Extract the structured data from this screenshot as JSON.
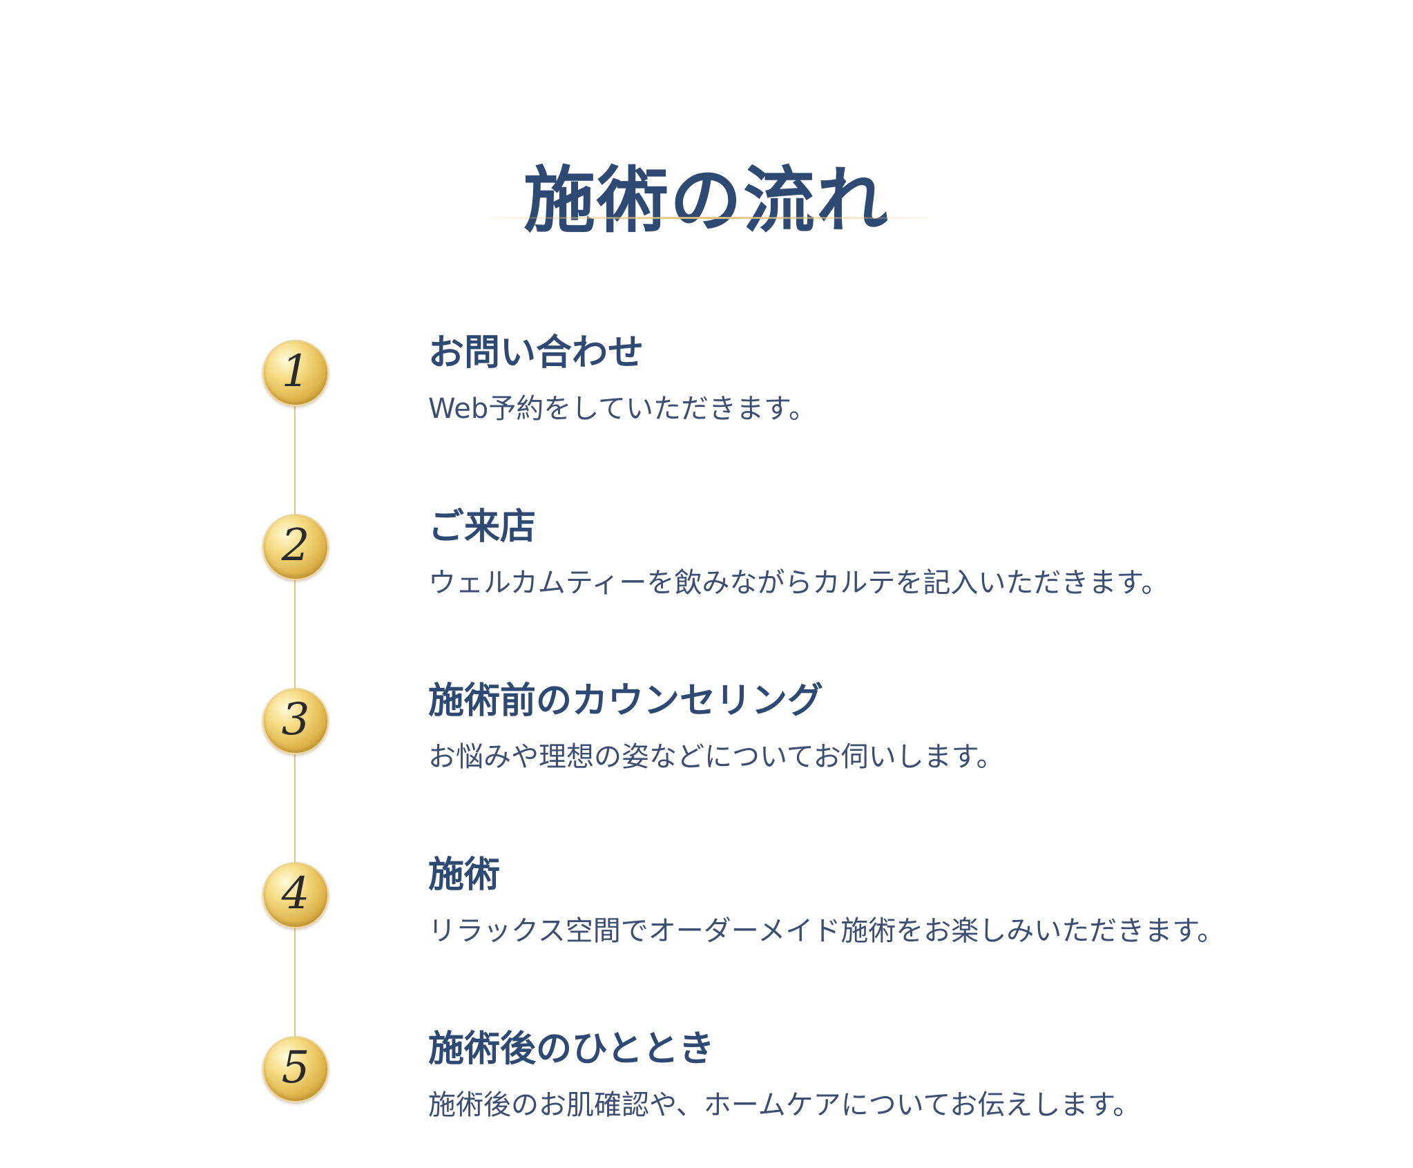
{
  "header": {
    "title": "施術の流れ"
  },
  "steps": [
    {
      "number": "1",
      "title": "お問い合わせ",
      "description": "Web予約をしていただきます。"
    },
    {
      "number": "2",
      "title": "ご来店",
      "description": "ウェルカムティーを飲みながらカルテを記入いただきます。"
    },
    {
      "number": "3",
      "title": "施術前のカウンセリング",
      "description": "お悩みや理想の姿などについてお伺いします。"
    },
    {
      "number": "4",
      "title": "施術",
      "description": "リラックス空間でオーダーメイド施術をお楽しみいただきます。"
    },
    {
      "number": "5",
      "title": "施術後のひととき",
      "description": "施術後のお肌確認や、ホームケアについてお伝えします。"
    }
  ],
  "colors": {
    "heading": "#2f4a72",
    "text": "#3c4f72",
    "gold": "#dfb54d",
    "line": "#dcc38a"
  }
}
